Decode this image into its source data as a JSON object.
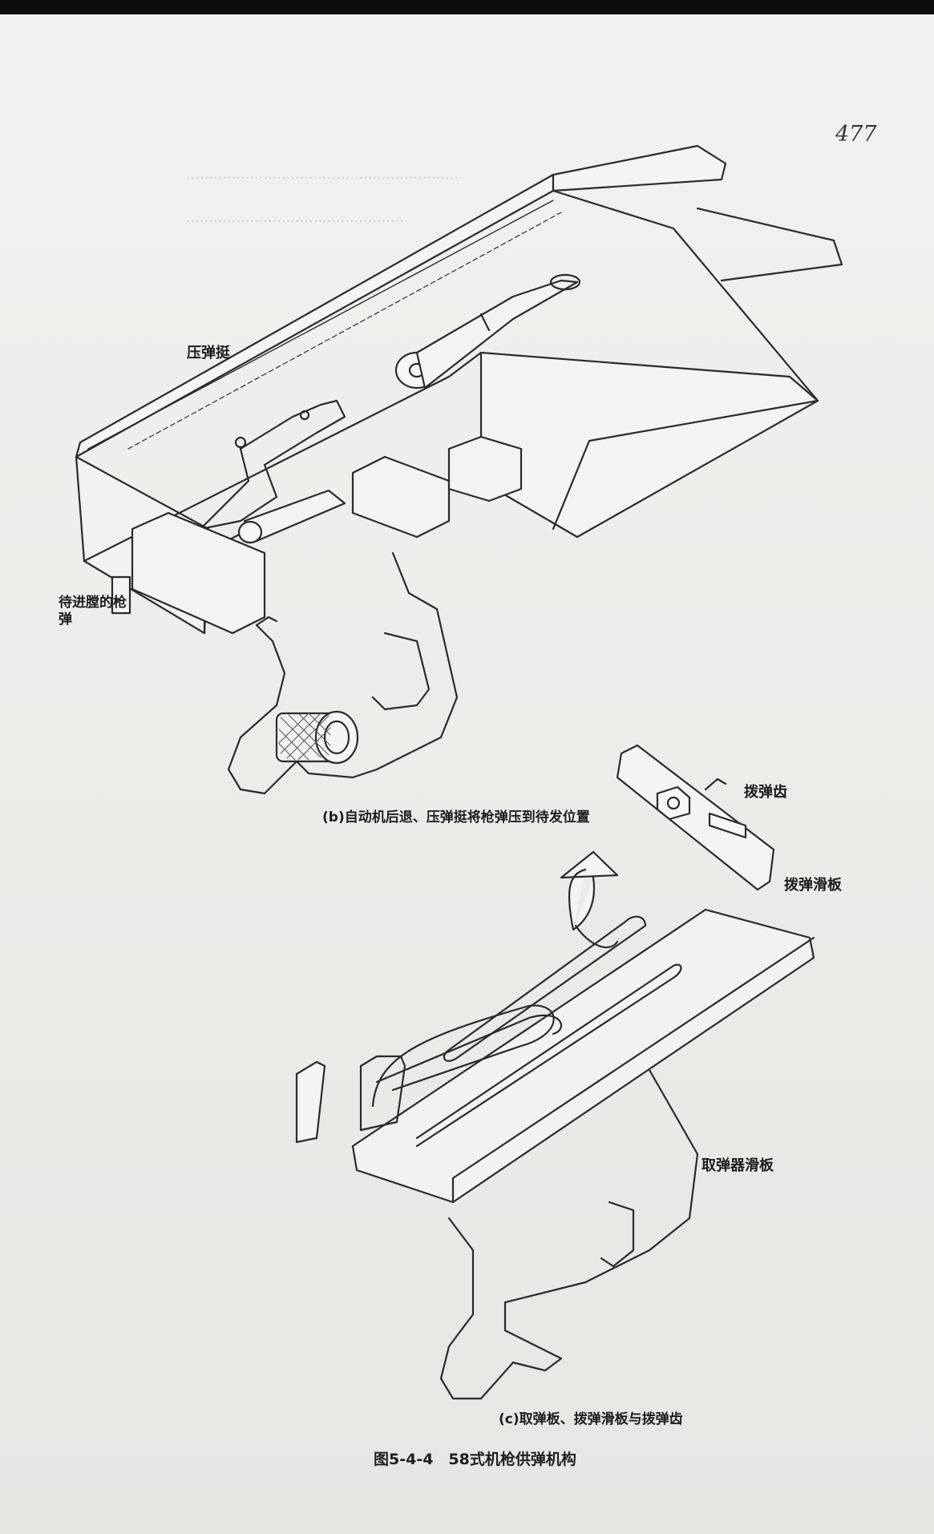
{
  "page_number": "477",
  "figure": {
    "panel_b_labels": {
      "pressing_arm": "压弹挺",
      "round_waiting": "待进膛的枪弹"
    },
    "panel_b_caption": "(b)自动机后退、压弹挺将枪弹压到待发位置",
    "panel_c_labels": {
      "feed_pawl": "拨弹齿",
      "feed_slide": "拨弹滑板",
      "extractor_slide": "取弹器滑板"
    },
    "panel_c_caption": "(c)取弹板、拨弹滑板与拨弹齿",
    "main_caption": "图5-4-4　58式机枪供弹机构"
  }
}
